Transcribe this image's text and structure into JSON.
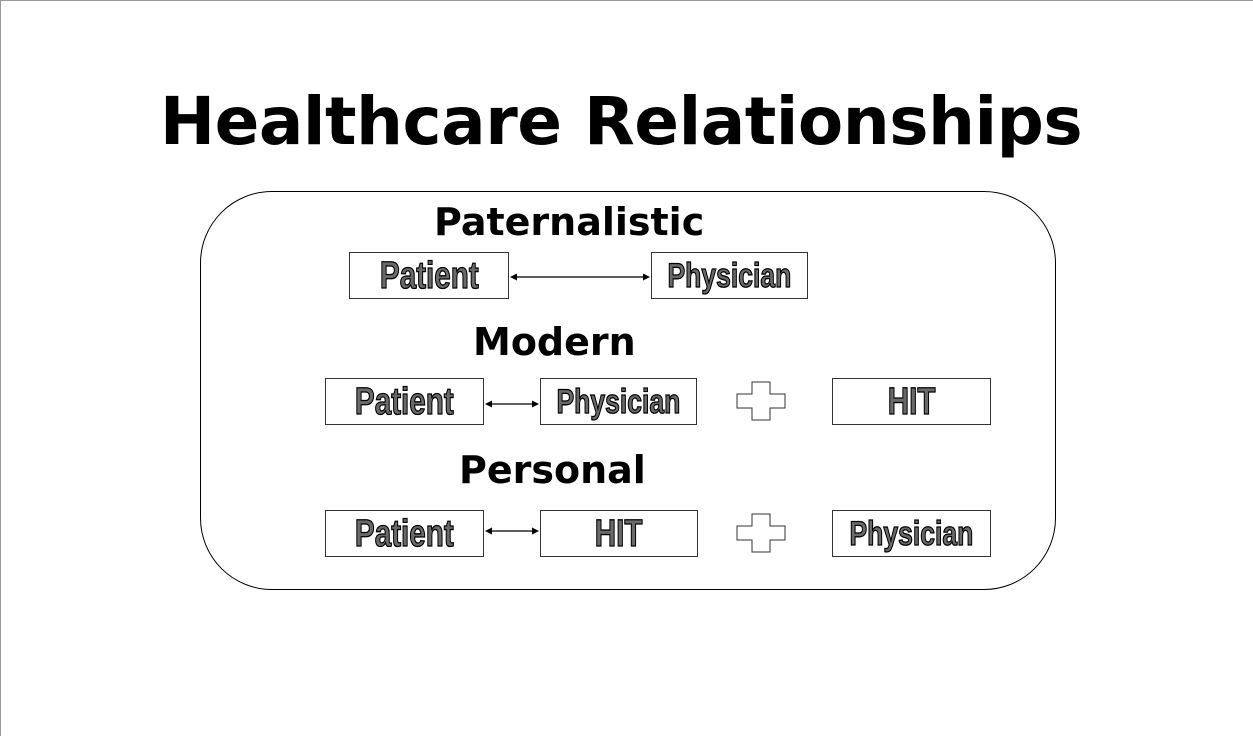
{
  "title": "Healthcare Relationships",
  "sections": [
    {
      "heading": "Paternalistic",
      "left_box": "Patient",
      "right_box": "Physician"
    },
    {
      "heading": "Modern",
      "left_box": "Patient",
      "middle_box": "Physician",
      "right_box": "HIT"
    },
    {
      "heading": "Personal",
      "left_box": "Patient",
      "middle_box": "HIT",
      "right_box": "Physician"
    }
  ]
}
